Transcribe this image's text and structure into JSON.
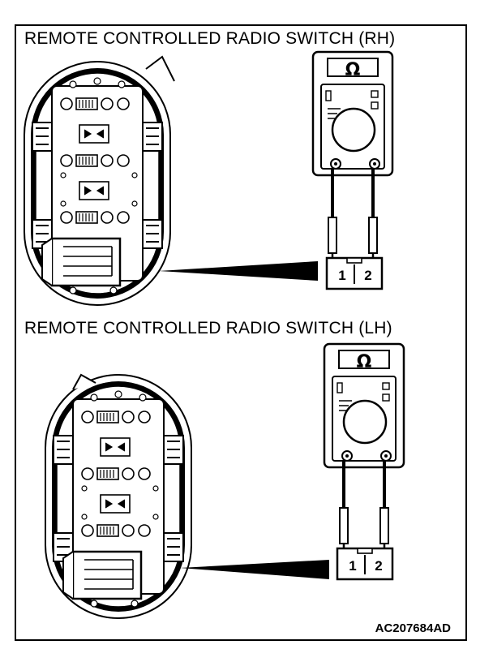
{
  "panels": [
    {
      "title": "REMOTE CONTROLLED RADIO SWITCH (RH)",
      "meter_symbol": "Ω",
      "terminals": [
        "1",
        "2"
      ]
    },
    {
      "title": "REMOTE CONTROLLED RADIO SWITCH (LH)",
      "meter_symbol": "Ω",
      "terminals": [
        "1",
        "2"
      ]
    }
  ],
  "figure_code": "AC207684AD"
}
